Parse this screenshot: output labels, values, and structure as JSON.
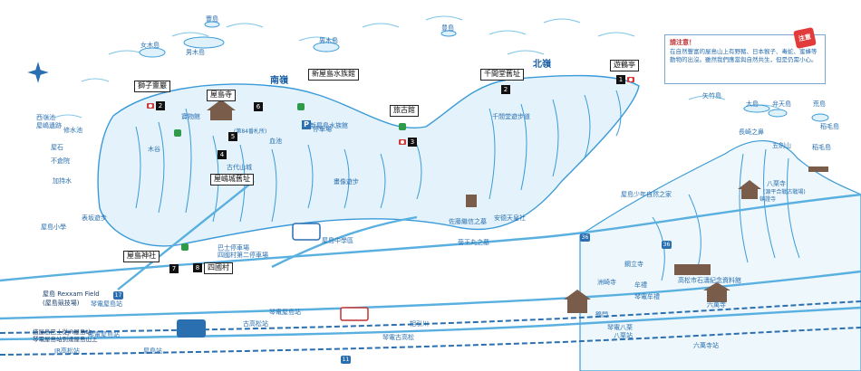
{
  "ridges": {
    "south": "南嶺",
    "north": "北嶺"
  },
  "spots": [
    {
      "num": "1",
      "name": "遊鶴亭"
    },
    {
      "num": "2",
      "name": "千間堂舊址"
    },
    {
      "num": "3",
      "name": "旅古館"
    },
    {
      "num": "4",
      "name": "屋嶋城舊址"
    },
    {
      "num": "5",
      "name": ""
    },
    {
      "num": "6",
      "name": "新屋島水族館"
    },
    {
      "num": "",
      "name": "屋島寺"
    },
    {
      "num": "2",
      "name": "獅子靈巖"
    },
    {
      "num": "7",
      "name": "屋島神社"
    },
    {
      "num": "8",
      "name": "四國村"
    }
  ],
  "places": [
    "豐島",
    "女木島",
    "男木島",
    "男木島",
    "豊島",
    "矢竹島",
    "大島",
    "弁天島",
    "荒島",
    "長崎之鼻",
    "稻毛島",
    "稻毛島",
    "五劍山",
    "八栗寺",
    "(源平合戰古戰場)",
    "頓證寺",
    "屋島少年自然之家",
    "西嶺池",
    "屋嶋遺跡",
    "修水池",
    "屋石",
    "不倉院",
    "加持水",
    "屋島小學",
    "表坂遊步",
    "寶物館",
    "停車場",
    "血池",
    "畫像遊步",
    "佐藤繼信之墓",
    "安德天皇社",
    "菊王丸之墓",
    "屋島中學區",
    "巴士停車場",
    "四國村第二停車場",
    "千間堂遊步道",
    "洲崎寺",
    "鋼立寺",
    "牟禮",
    "高松市石濤紀念資料館",
    "琴電牟禮",
    "鶴門",
    "琴電八栗",
    "八栗站",
    "六萬寺",
    "六萬寺站",
    "相引川",
    "古高松站",
    "琴電屋島站",
    "琴電古高松",
    "屋島站",
    "JR高松站",
    "琴電屋島站",
    "屋島 Rexxam Field",
    "(屋島競技場)",
    "琴電屋島站",
    "木谷",
    "古代山城",
    "新屋島水族館",
    "(第84番札所)"
  ],
  "bus_note": {
    "line1": "搭屋島巴士從JR屋島站",
    "line2": "琴電屋島站到達屋島山上"
  },
  "icons": {
    "parking": "P"
  },
  "routes": [
    "17",
    "36",
    "36",
    "11"
  ],
  "notice": {
    "badge": "注意",
    "title": "請注意！",
    "body": "在自然豐富的屋島山上有野豬、日本猴子、毒蛇、蜜蜂等動物的出沒。雖然我們應當與自然共生，但是仍需小心。"
  },
  "colors": {
    "water": "#7fc6e8",
    "line": "#3a9ad9",
    "road": "#59b0e0",
    "rail": "#2a6fb0",
    "accent": "#e23b3b"
  }
}
